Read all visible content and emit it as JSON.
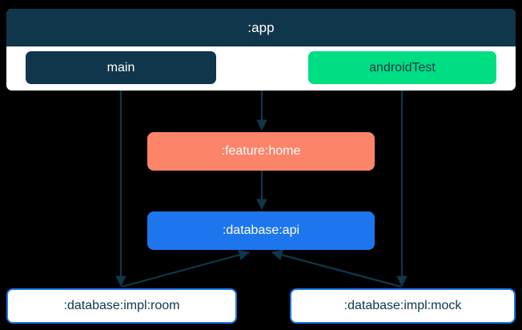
{
  "diagram": {
    "title": ":app",
    "type": "module-dependency-graph",
    "background_color": "#000000",
    "edge_color": "#10364b",
    "nodes": [
      {
        "id": "app",
        "label": ":app",
        "kind": "container",
        "fill": "#10364b",
        "text_color": "#ffffff",
        "body_fill": "#ffffff"
      },
      {
        "id": "main",
        "label": "main",
        "kind": "source-set",
        "fill": "#10364b",
        "text_color": "#ffffff"
      },
      {
        "id": "androidTest",
        "label": "androidTest",
        "kind": "source-set",
        "fill": "#00de84",
        "text_color": "#10364b"
      },
      {
        "id": "feature-home",
        "label": ":feature:home",
        "kind": "module",
        "fill": "#fb8469",
        "text_color": "#ffffff"
      },
      {
        "id": "database-api",
        "label": ":database:api",
        "kind": "module",
        "fill": "#1d76ee",
        "text_color": "#ffffff"
      },
      {
        "id": "database-impl-room",
        "label": ":database:impl:room",
        "kind": "module",
        "fill": "#ffffff",
        "text_color": "#10364b",
        "border_color": "#1d76ee"
      },
      {
        "id": "database-impl-mock",
        "label": ":database:impl:mock",
        "kind": "module",
        "fill": "#ffffff",
        "text_color": "#10364b",
        "border_color": "#1d76ee"
      }
    ],
    "edges": [
      {
        "from": "main",
        "to": "feature-home"
      },
      {
        "from": "main",
        "to": "database-impl-room"
      },
      {
        "from": "androidTest",
        "to": "database-impl-mock"
      },
      {
        "from": "feature-home",
        "to": "database-api"
      },
      {
        "from": "database-impl-room",
        "to": "database-api"
      },
      {
        "from": "database-impl-mock",
        "to": "database-api"
      }
    ]
  }
}
